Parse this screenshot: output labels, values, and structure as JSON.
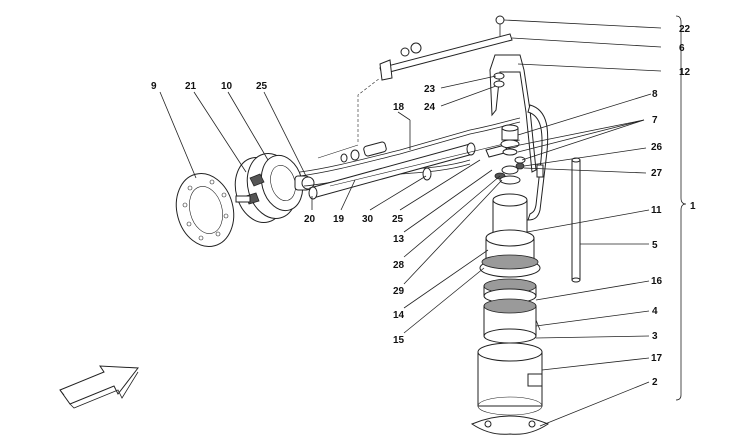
{
  "labels": {
    "l1": "1",
    "l2": "2",
    "l3": "3",
    "l4": "4",
    "l5": "5",
    "l6": "6",
    "l7": "7",
    "l8": "8",
    "l9": "9",
    "l10": "10",
    "l11": "11",
    "l12": "12",
    "l13": "13",
    "l14": "14",
    "l15": "15",
    "l16": "16",
    "l17": "17",
    "l18": "18",
    "l19": "19",
    "l20": "20",
    "l21": "21",
    "l22": "22",
    "l23": "23",
    "l24": "24",
    "l25a": "25",
    "l25b": "25",
    "l26": "26",
    "l27": "27",
    "l28": "28",
    "l29": "29",
    "l30": "30"
  },
  "icons": {
    "direction_arrow": "direction-arrow-icon"
  }
}
